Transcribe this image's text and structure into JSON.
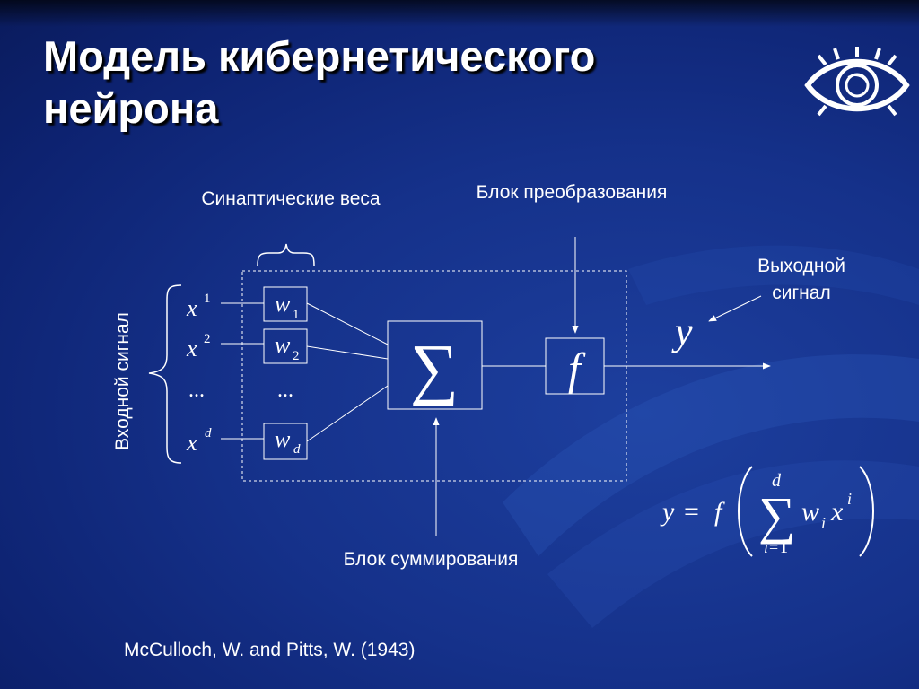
{
  "slide": {
    "title": "Модель кибернетического нейрона",
    "citation": "McCulloch, W. and Pitts, W. (1943)"
  },
  "labels": {
    "synaptic_weights": "Синаптические веса",
    "transform_block": "Блок преобразования",
    "output_signal": "Выходной сигнал",
    "input_signal": "Входной сигнал",
    "sum_block": "Блок суммирования"
  },
  "inputs": [
    {
      "base": "x",
      "sup": "1"
    },
    {
      "base": "x",
      "sup": "2"
    },
    {
      "base": "...",
      "sup": ""
    },
    {
      "base": "x",
      "sup": "d"
    }
  ],
  "weights": [
    {
      "base": "w",
      "sub": "1"
    },
    {
      "base": "w",
      "sub": "2"
    },
    {
      "base": "...",
      "sub": ""
    },
    {
      "base": "w",
      "sub": "d"
    }
  ],
  "blocks": {
    "sum_symbol": "∑",
    "activation_symbol": "f",
    "output_symbol": "y"
  },
  "formula": {
    "lhs": "y",
    "eq": "=",
    "func": "f",
    "sum": "∑",
    "upper": "d",
    "lower_var": "i",
    "lower_eq": "=",
    "lower_val": "1",
    "w": "w",
    "w_sub": "i",
    "x": "x",
    "x_sup": "i"
  },
  "colors": {
    "background": "#15318a",
    "foreground": "#ffffff"
  }
}
